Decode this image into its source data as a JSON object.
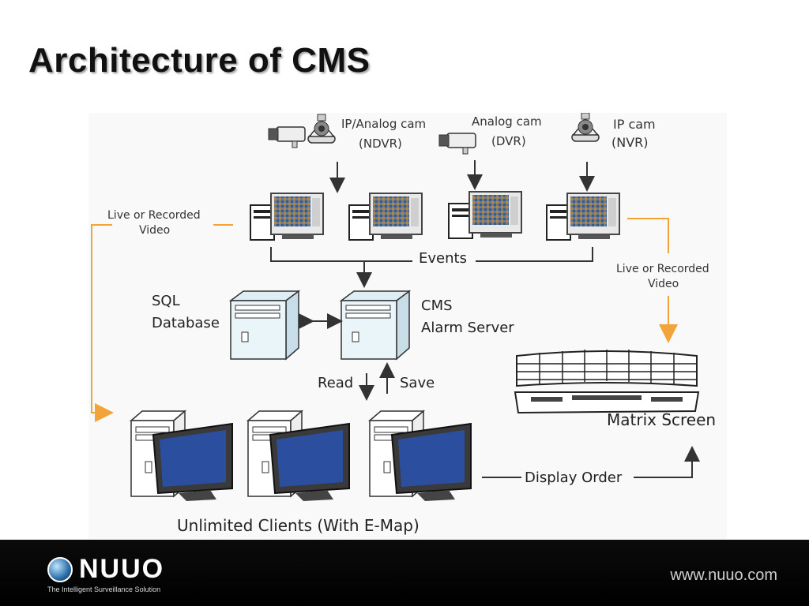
{
  "slide": {
    "title": "Architecture of CMS"
  },
  "diagram": {
    "cameras": [
      {
        "line1": "IP/Analog cam",
        "line2": "(NDVR)"
      },
      {
        "line1": "Analog cam",
        "line2": "(DVR)"
      },
      {
        "line1": "IP cam",
        "line2": "(NVR)"
      }
    ],
    "live_video_left": {
      "line1": "Live or Recorded",
      "line2": "Video"
    },
    "live_video_right": {
      "line1": "Live or Recorded",
      "line2": "Video"
    },
    "events_label": "Events",
    "sql_label": {
      "line1": "SQL",
      "line2": "Database"
    },
    "cms_label": {
      "line1": "CMS",
      "line2": "Alarm Server"
    },
    "read_label": "Read",
    "save_label": "Save",
    "matrix_label": "Matrix Screen",
    "display_order_label": "Display Order",
    "clients_label": "Unlimited Clients (With E-Map)"
  },
  "footer": {
    "logo": "NUUO",
    "tagline": "The Intelligent Surveillance Solution",
    "website": "www.nuuo.com"
  },
  "colors": {
    "accent_arrow": "#f2a33a",
    "footer_bg": "#000000",
    "monitor_screen": "#2b4f9e"
  }
}
